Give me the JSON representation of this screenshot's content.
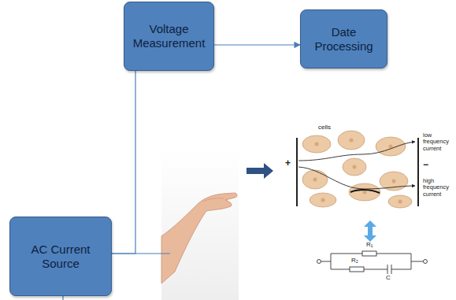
{
  "diagram": {
    "nodes": [
      {
        "text": [
          "Voltage Measurement"
        ]
      },
      {
        "text": [
          "Date Processing"
        ]
      },
      {
        "text": [
          "AC Current Source"
        ]
      }
    ],
    "edges": [
      {
        "from": 0,
        "to": 1,
        "arrow": "to"
      },
      {
        "from": 2,
        "to": 0,
        "arrow": "none"
      }
    ],
    "labels": [
      "cells",
      "low frequency current",
      "high frequency current",
      "+",
      "−",
      "R₁",
      "R₂",
      "C"
    ]
  }
}
